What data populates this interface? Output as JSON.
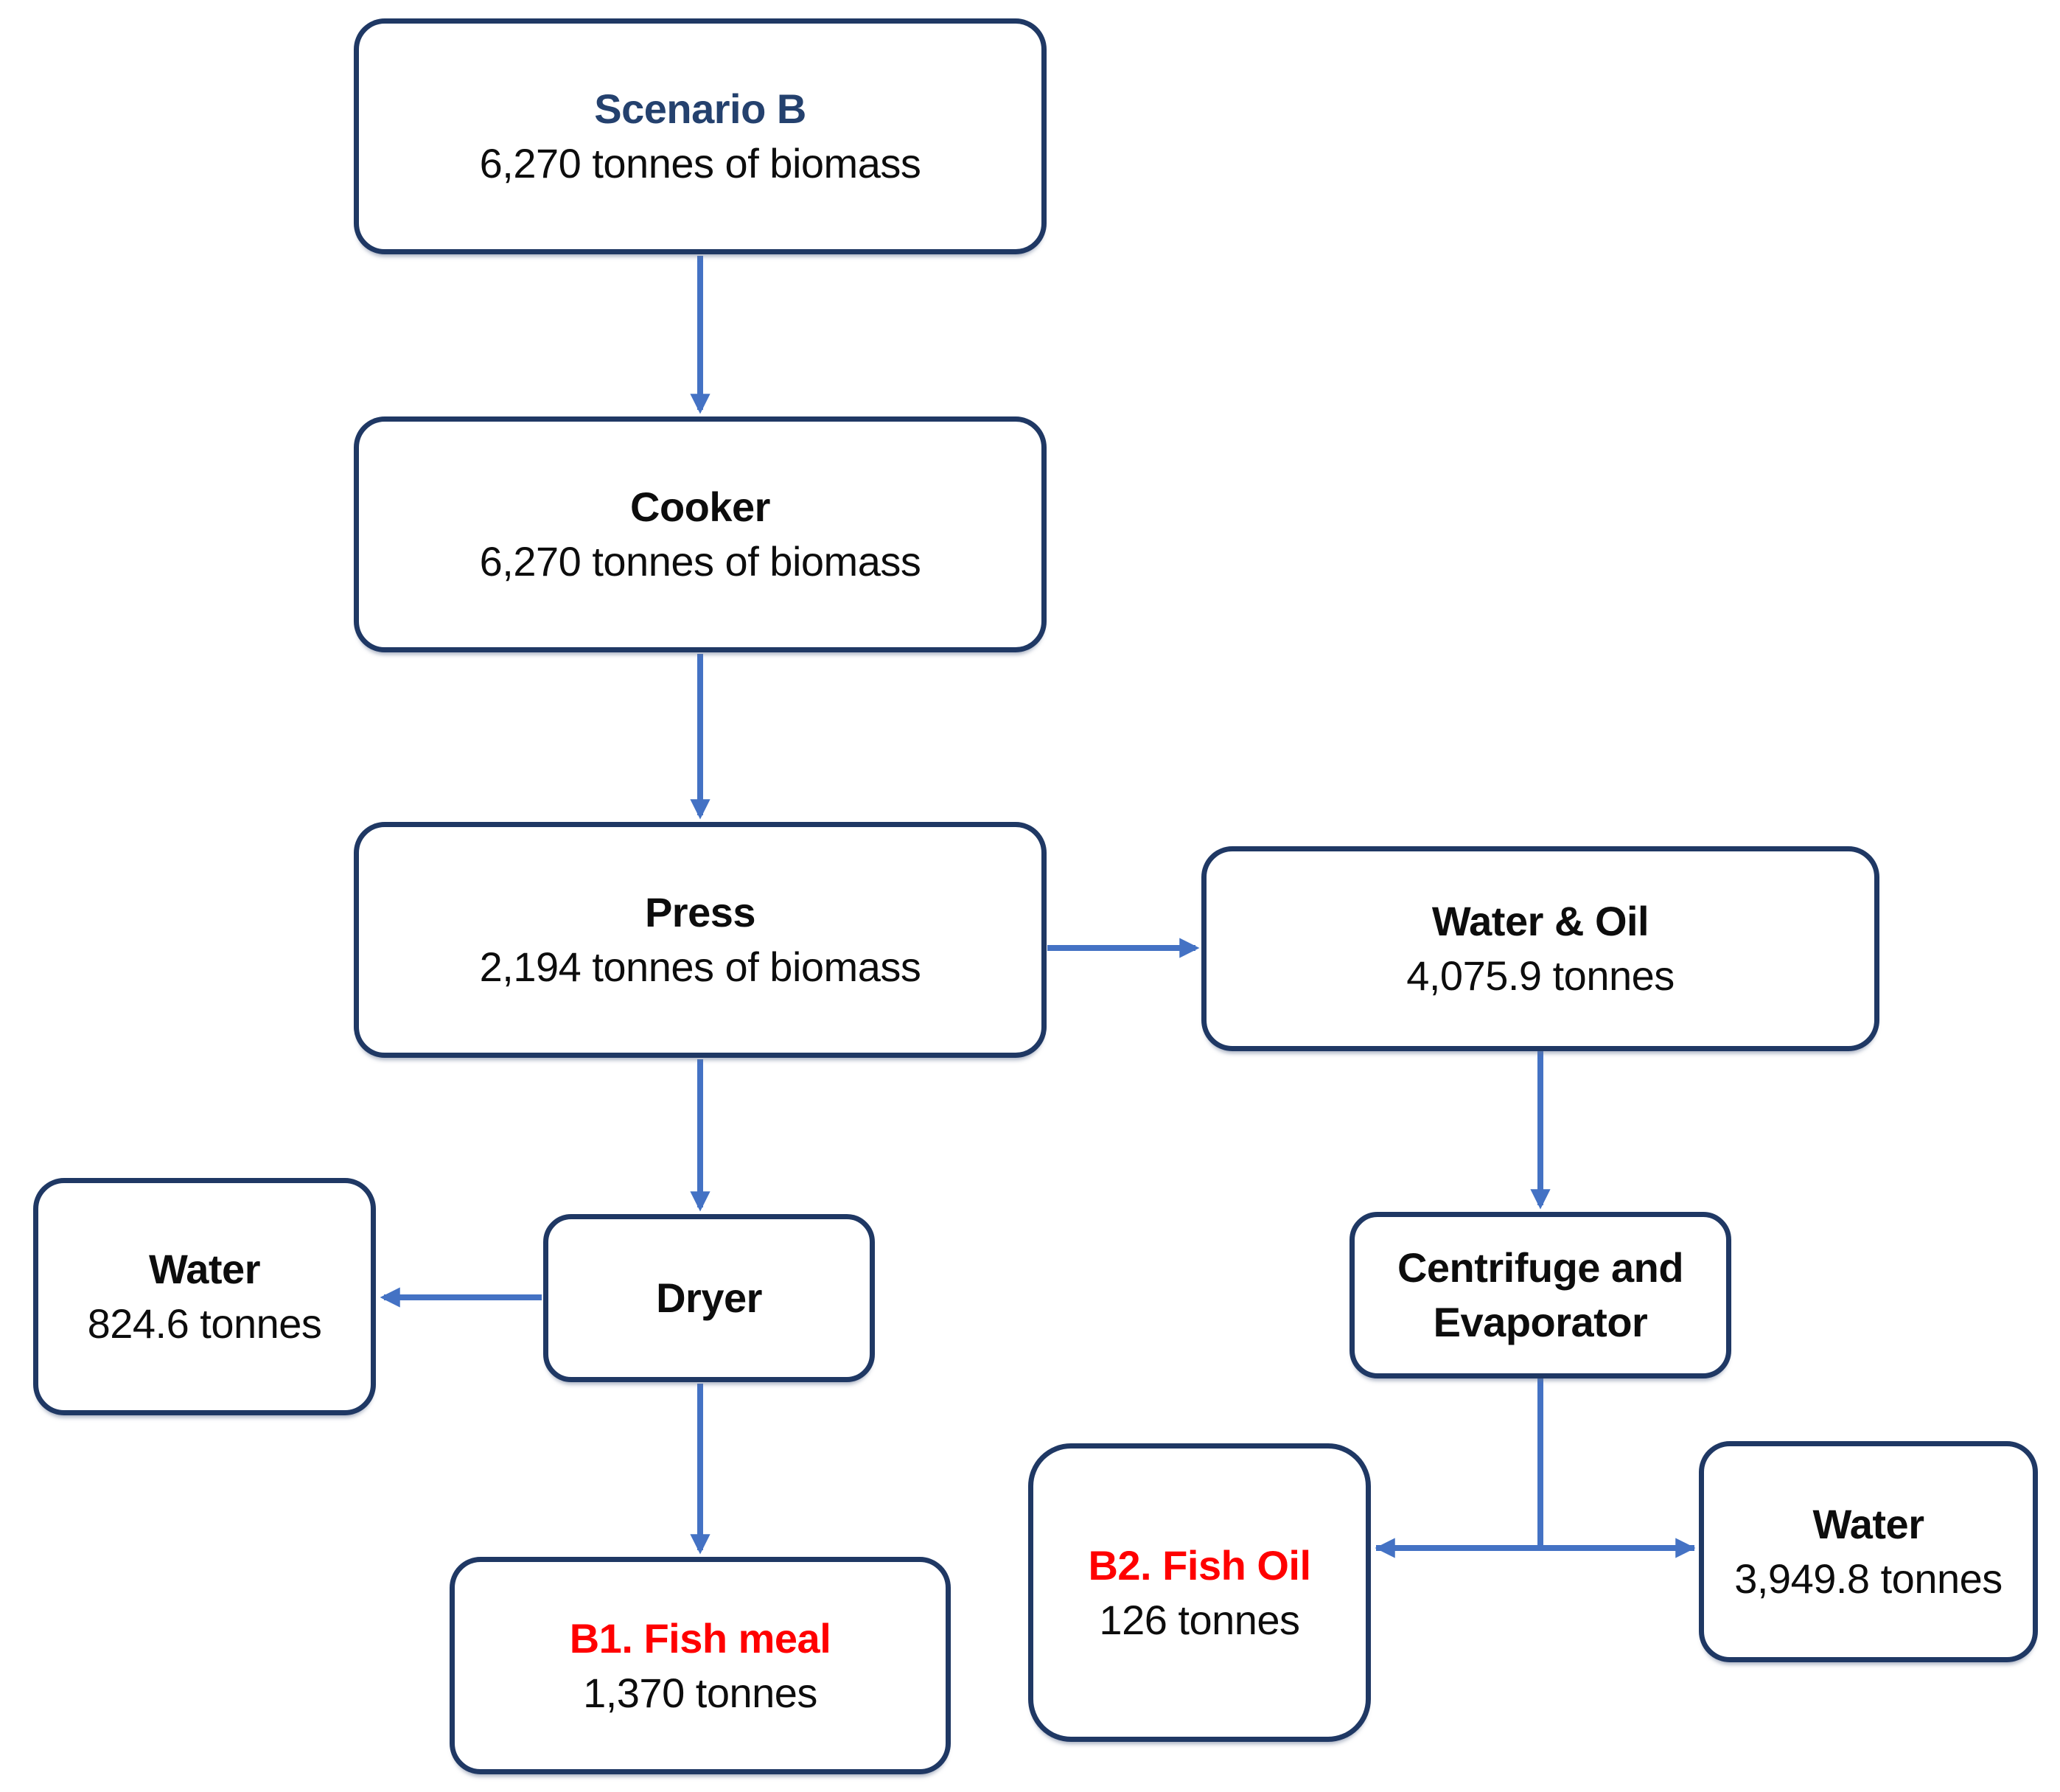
{
  "diagram": {
    "background": "#FFFFFF",
    "colors": {
      "box_border": "#1F3864",
      "arrow": "#4472C4",
      "body_text": "#0D0D0D",
      "scenario_title": "#24416E",
      "product_title": "#FF0000"
    },
    "nodes": {
      "scenario": {
        "title": "Scenario B",
        "subtitle": "6,270 tonnes of biomass",
        "title_color": "#24416E"
      },
      "cooker": {
        "title": "Cooker",
        "subtitle": "6,270 tonnes of biomass",
        "title_color": "#0D0D0D"
      },
      "press": {
        "title": "Press",
        "subtitle": "2,194 tonnes of biomass",
        "title_color": "#0D0D0D"
      },
      "water_oil": {
        "title": "Water & Oil",
        "subtitle": "4,075.9 tonnes",
        "title_color": "#0D0D0D"
      },
      "water_dryer": {
        "title": "Water",
        "subtitle": "824.6 tonnes",
        "title_color": "#0D0D0D"
      },
      "dryer": {
        "title": "Dryer",
        "title_color": "#0D0D0D"
      },
      "centrifuge": {
        "title": "Centrifuge and Evaporator",
        "title_color": "#0D0D0D"
      },
      "fish_meal": {
        "title": "B1. Fish meal",
        "subtitle": "1,370 tonnes",
        "title_color": "#FF0000"
      },
      "fish_oil": {
        "title": "B2. Fish Oil",
        "subtitle": "126 tonnes",
        "title_color": "#FF0000"
      },
      "water_evaporator": {
        "title": "Water",
        "subtitle": "3,949.8 tonnes",
        "title_color": "#0D0D0D"
      }
    },
    "edges": [
      {
        "from": "scenario",
        "to": "cooker"
      },
      {
        "from": "cooker",
        "to": "press"
      },
      {
        "from": "press",
        "to": "water_oil"
      },
      {
        "from": "press",
        "to": "dryer"
      },
      {
        "from": "dryer",
        "to": "water_dryer"
      },
      {
        "from": "dryer",
        "to": "fish_meal"
      },
      {
        "from": "water_oil",
        "to": "centrifuge"
      },
      {
        "from": "centrifuge",
        "to": "fish_oil"
      },
      {
        "from": "centrifuge",
        "to": "water_evaporator"
      }
    ]
  }
}
